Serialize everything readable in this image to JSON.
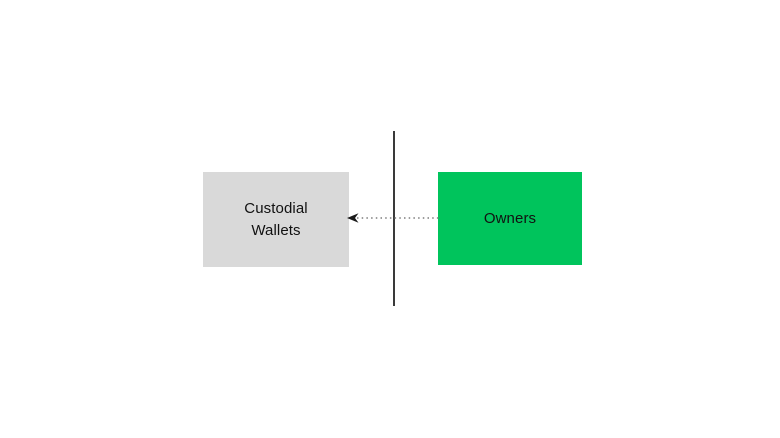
{
  "diagram": {
    "background_color": "#ffffff",
    "nodes": [
      {
        "id": "custodial-wallets",
        "label": "Custodial Wallets",
        "fill_color": "#d9d9d9",
        "text_color": "#111111"
      },
      {
        "id": "owners",
        "label": "Owners",
        "fill_color": "#00c45c",
        "text_color": "#111111"
      }
    ],
    "connector": {
      "from": "owners",
      "to": "custodial-wallets",
      "line_style": "dotted",
      "arrowhead": "left",
      "line_color": "#7d7d7d",
      "arrow_color": "#1a1a1a"
    },
    "divider": {
      "orientation": "vertical",
      "color": "#3a3a3a"
    }
  }
}
